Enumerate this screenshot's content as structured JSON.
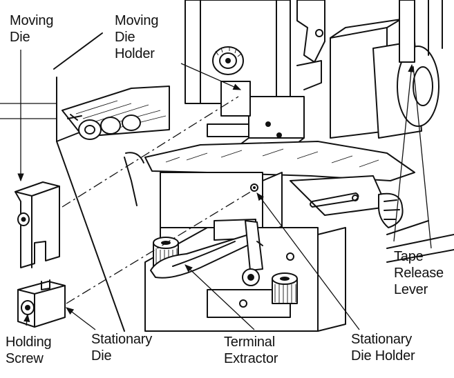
{
  "labels": {
    "moving_die": [
      "Moving",
      "Die"
    ],
    "moving_die_holder": [
      "Moving",
      "Die",
      "Holder"
    ],
    "tape_release_lever": [
      "Tape",
      "Release",
      "Lever"
    ],
    "holding_screw": [
      "Holding",
      "Screw"
    ],
    "stationary_die": [
      "Stationary",
      "Die"
    ],
    "terminal_extractor": [
      "Terminal",
      "Extractor"
    ],
    "stationary_die_holder": [
      "Stationary",
      "Die Holder"
    ]
  },
  "colors": {
    "ink": "#111111",
    "paper": "#ffffff"
  }
}
